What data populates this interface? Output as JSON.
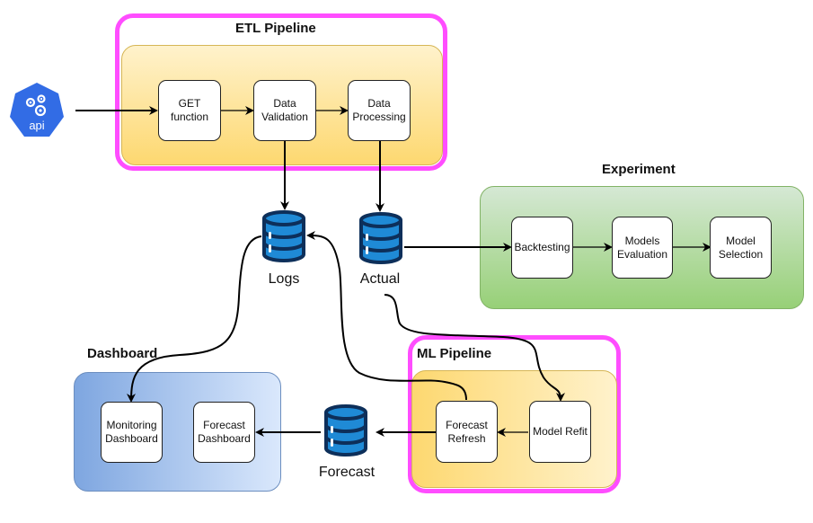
{
  "diagram": {
    "colors": {
      "pipeline_outline": "#ff4dff",
      "orange_fill": "#fdd870",
      "green_fill": "#97d077",
      "blue_fill": "#7ea6e0",
      "database_blue": "#1f8ad6",
      "database_dark": "#0d2f5a",
      "api_blue": "#326ce5"
    },
    "api": {
      "label": "api",
      "icon": "kubernetes-api-icon"
    },
    "etl_pipeline": {
      "title": "ETL Pipeline",
      "nodes": [
        {
          "id": "get",
          "label": "GET\nfunction"
        },
        {
          "id": "validation",
          "label": "Data\nValidation"
        },
        {
          "id": "processing",
          "label": "Data\nProcessing"
        }
      ]
    },
    "databases": {
      "logs": {
        "label": "Logs",
        "icon": "database-icon"
      },
      "actual": {
        "label": "Actual",
        "icon": "database-icon"
      },
      "forecast": {
        "label": "Forecast",
        "icon": "database-icon"
      }
    },
    "experiment": {
      "title": "Experiment",
      "nodes": [
        {
          "id": "backtesting",
          "label": "Backtesting"
        },
        {
          "id": "evaluation",
          "label": "Models\nEvaluation"
        },
        {
          "id": "selection",
          "label": "Model\nSelection"
        }
      ]
    },
    "ml_pipeline": {
      "title": "ML Pipeline",
      "nodes": [
        {
          "id": "refresh",
          "label": "Forecast\nRefresh"
        },
        {
          "id": "refit",
          "label": "Model Refit"
        }
      ]
    },
    "dashboard": {
      "title": "Dashboard",
      "nodes": [
        {
          "id": "monitoring",
          "label": "Monitoring\nDashboard"
        },
        {
          "id": "forecast_dash",
          "label": "Forecast\nDashboard"
        }
      ]
    },
    "edges": [
      {
        "from": "api",
        "to": "get"
      },
      {
        "from": "get",
        "to": "validation"
      },
      {
        "from": "validation",
        "to": "processing"
      },
      {
        "from": "validation",
        "to": "logs"
      },
      {
        "from": "processing",
        "to": "actual"
      },
      {
        "from": "actual",
        "to": "backtesting"
      },
      {
        "from": "backtesting",
        "to": "evaluation"
      },
      {
        "from": "evaluation",
        "to": "selection"
      },
      {
        "from": "actual",
        "to": "refit"
      },
      {
        "from": "refit",
        "to": "refresh"
      },
      {
        "from": "refresh",
        "to": "logs"
      },
      {
        "from": "refresh",
        "to": "forecast"
      },
      {
        "from": "forecast",
        "to": "forecast_dash"
      },
      {
        "from": "logs",
        "to": "monitoring"
      }
    ]
  }
}
